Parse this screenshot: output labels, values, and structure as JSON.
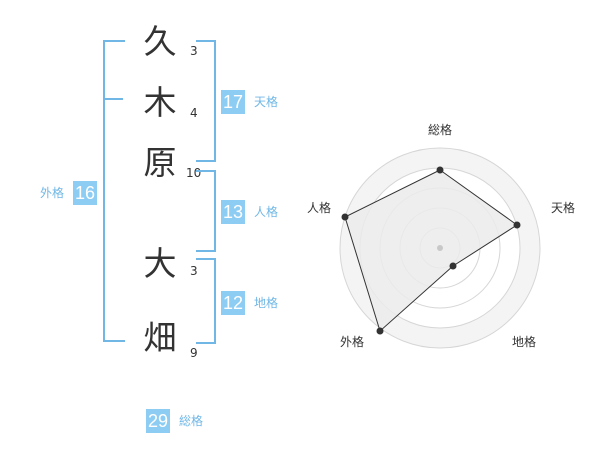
{
  "name": {
    "chars": [
      {
        "char": "久",
        "strokes": "3"
      },
      {
        "char": "木",
        "strokes": "4"
      },
      {
        "char": "原",
        "strokes": "10"
      },
      {
        "char": "大",
        "strokes": "3"
      },
      {
        "char": "畑",
        "strokes": "9"
      }
    ]
  },
  "fortune": {
    "tenkaku": {
      "value": "17",
      "label": "天格"
    },
    "jinkaku": {
      "value": "13",
      "label": "人格"
    },
    "chikaku": {
      "value": "12",
      "label": "地格"
    },
    "gaikaku": {
      "value": "16",
      "label": "外格"
    },
    "soukaku": {
      "value": "29",
      "label": "総格"
    }
  },
  "radar": {
    "labels": {
      "top": "総格",
      "right": "天格",
      "bottom_right": "地格",
      "bottom_left": "外格",
      "left": "人格"
    },
    "colors": {
      "fill": "#ebebeb",
      "line": "#333333",
      "ring": "#d6d6d6",
      "band": "#f4f4f4"
    }
  }
}
